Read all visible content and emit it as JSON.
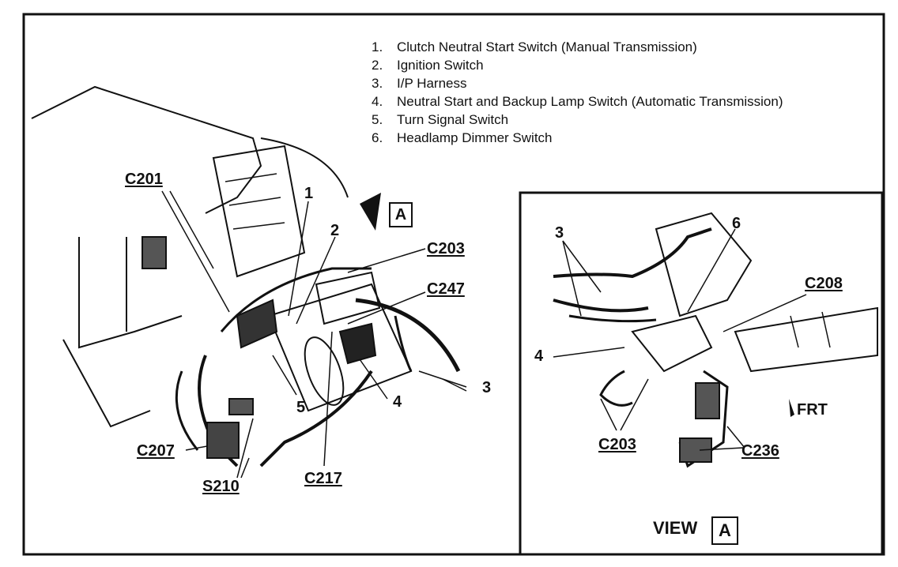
{
  "legend": [
    {
      "num": "1.",
      "text": "Clutch Neutral Start Switch (Manual Transmission)"
    },
    {
      "num": "2.",
      "text": "Ignition Switch"
    },
    {
      "num": "3.",
      "text": "I/P Harness"
    },
    {
      "num": "4.",
      "text": "Neutral Start and Backup Lamp Switch (Automatic Transmission)"
    },
    {
      "num": "5.",
      "text": "Turn Signal Switch"
    },
    {
      "num": "6.",
      "text": "Headlamp Dimmer Switch"
    }
  ],
  "main_view": {
    "connectors": {
      "c201": "C201",
      "c203": "C203",
      "c247": "C247",
      "c207": "C207",
      "s210": "S210",
      "c217": "C217"
    },
    "callouts": {
      "one": "1",
      "two": "2",
      "three": "3",
      "four": "4",
      "five": "5"
    },
    "view_marker": "A"
  },
  "view_a": {
    "title": "VIEW",
    "title_box": "A",
    "connectors": {
      "c208": "C208",
      "c203": "C203",
      "c236": "C236"
    },
    "callouts": {
      "three": "3",
      "four": "4",
      "six": "6"
    },
    "direction": "FRT"
  }
}
